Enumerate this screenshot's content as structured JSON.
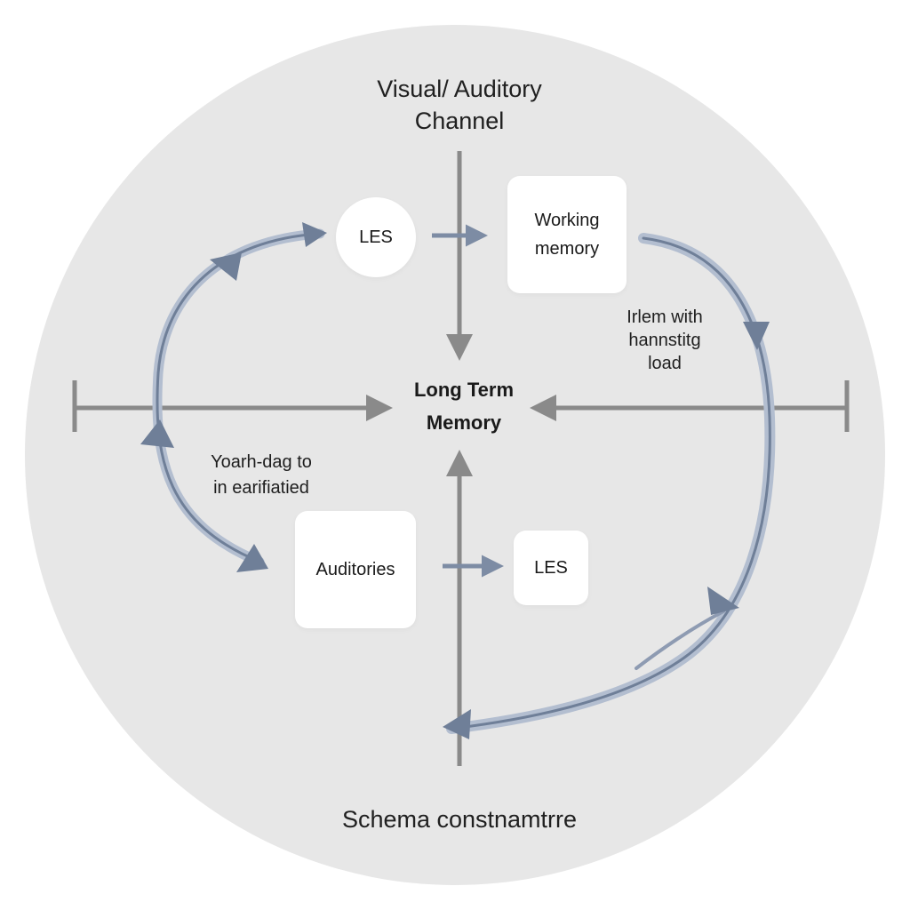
{
  "diagram": {
    "top_title": [
      "Visual/ Auditory",
      "Channel"
    ],
    "center": [
      "Long Term",
      "Memory"
    ],
    "nodes": {
      "les_top": "LES",
      "working_memory": [
        "Working",
        "memory"
      ],
      "auditories": "Auditories",
      "les_bottom": "LES"
    },
    "right_note": [
      "Irlem with",
      "hannstitg",
      "load"
    ],
    "left_note": [
      "Yoarh-dag to",
      "in earifiatied"
    ],
    "bottom_title": "Schema constnamtrre"
  },
  "colors": {
    "circle_fill": "#e7e7e7",
    "axis_line": "#8a8a8a",
    "flow_arrow": "#6f7f98",
    "flow_arrow_light": "#b3bed0",
    "node_fill": "#ffffff"
  }
}
